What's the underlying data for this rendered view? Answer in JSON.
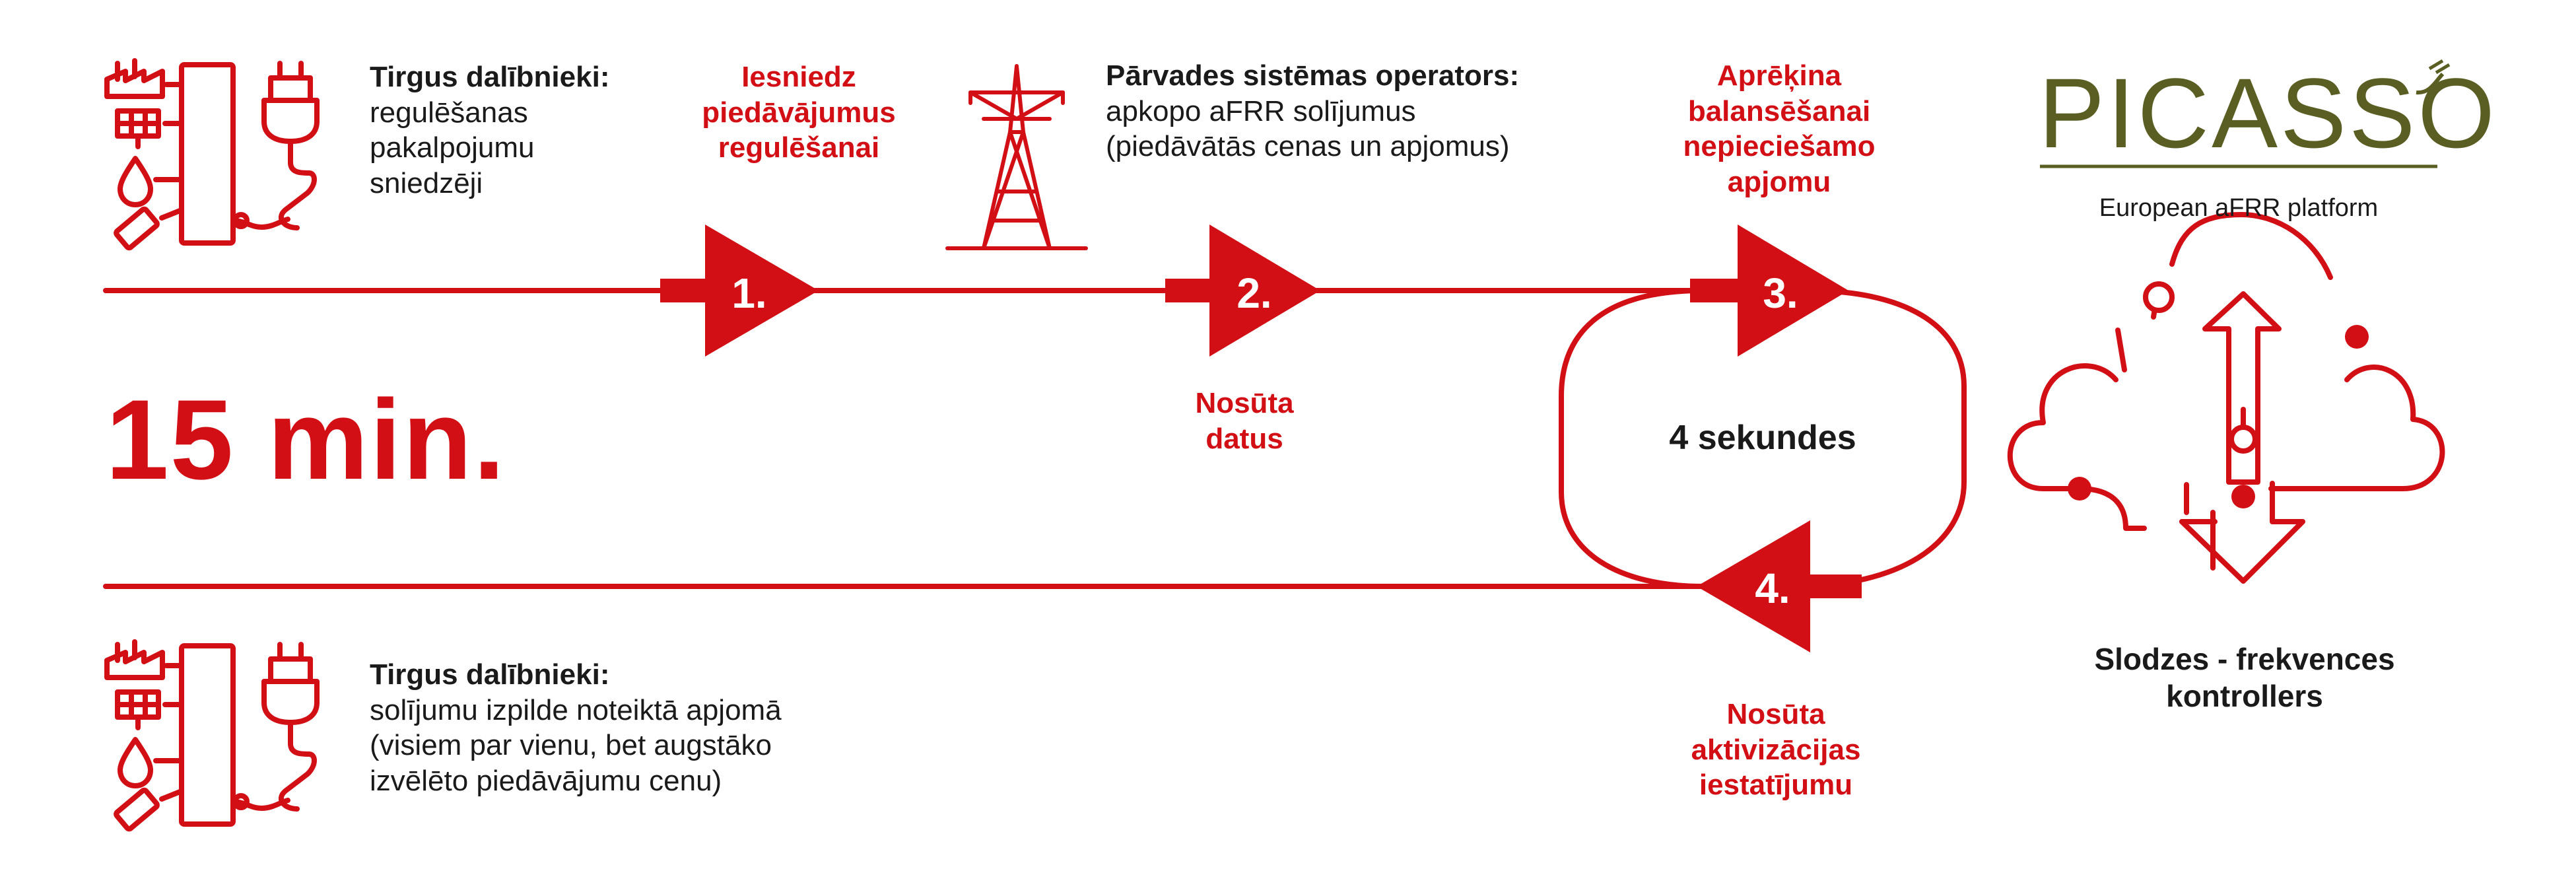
{
  "colors": {
    "accent": "#d30f16",
    "text": "#1a1a1a",
    "brand": "#5a5e22"
  },
  "duration": "15 min.",
  "top_participants": {
    "title": "Tirgus dalībnieki:",
    "lines": [
      "regulēšanas",
      "pakalpojumu",
      "sniedzēji"
    ]
  },
  "step1_label": [
    "Iesniedz",
    "piedāvājumus",
    "regulēšanai"
  ],
  "tso": {
    "title": "Pārvades sistēmas operators:",
    "lines": [
      "apkopo aFRR solījumus",
      "(piedāvātās cenas un apjomus)"
    ]
  },
  "step3_label": [
    "Aprēķina",
    "balansēšanai",
    "nepieciešamo",
    "apjomu"
  ],
  "step2_label": [
    "Nosūta",
    "datus"
  ],
  "loop_label": "4 sekundes",
  "step4_label": [
    "Nosūta",
    "aktivizācijas",
    "iestatījumu"
  ],
  "bottom_participants": {
    "title": "Tirgus dalībnieki:",
    "lines": [
      "solījumu izpilde noteiktā apjomā",
      "(visiem par vienu, bet augstāko",
      "izvēlēto piedāvājumu cenu)"
    ]
  },
  "steps": [
    "1.",
    "2.",
    "3.",
    "4."
  ],
  "brand": {
    "name": "PICASSO",
    "subtitle": "European aFRR platform"
  },
  "controller_label": [
    "Slodzes - frekvences",
    "kontrollers"
  ],
  "icons": [
    "factory-icon",
    "solar-panel-icon",
    "wind-turbine-icon",
    "water-drop-icon",
    "battery-icon",
    "plug-icon",
    "transmission-tower-icon",
    "cloud-network-icon"
  ]
}
